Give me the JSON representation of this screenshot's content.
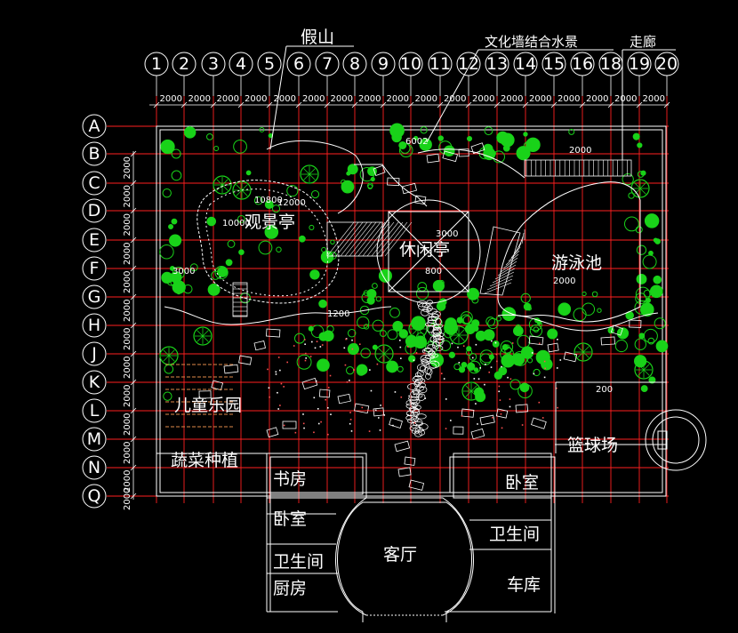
{
  "grid": {
    "col_labels": [
      "1",
      "2",
      "3",
      "4",
      "5",
      "6",
      "7",
      "8",
      "9",
      "10",
      "11",
      "12",
      "13",
      "14",
      "15",
      "16",
      "18",
      "19",
      "20"
    ],
    "row_labels": [
      "A",
      "B",
      "C",
      "D",
      "E",
      "F",
      "G",
      "H",
      "J",
      "K",
      "L",
      "M",
      "N",
      "Q"
    ],
    "col_spacing": [
      "2000",
      "2000",
      "2000",
      "2000",
      "2000",
      "2000",
      "2000",
      "2000",
      "2000",
      "2000",
      "2000",
      "2000",
      "2000",
      "2000",
      "2000",
      "2000",
      "2000",
      "2000"
    ],
    "row_spacing": [
      "2000",
      "2000",
      "2000",
      "2000",
      "2000",
      "2000",
      "2000",
      "2000",
      "2000",
      "2000",
      "2000",
      "2000",
      "2000"
    ]
  },
  "callouts": {
    "rockery": "假山",
    "culture_wall": "文化墙结合水景",
    "corridor": "走廊"
  },
  "areas": {
    "viewing_pavilion": "观景亭",
    "leisure_pavilion": "休闲亭",
    "swimming_pool": "游泳池",
    "playground": "儿童乐园",
    "vegetable": "蔬菜种植",
    "basketball": "篮球场"
  },
  "rooms": {
    "study": "书房",
    "bedroom_left": "卧室",
    "bathroom_left": "卫生间",
    "kitchen": "厨房",
    "living": "客厅",
    "bedroom_right": "卧室",
    "bathroom_right": "卫生间",
    "garage": "车库"
  },
  "elevations": {
    "e1": "6002",
    "e2": "10800",
    "e3": "12000",
    "e4": "10000",
    "e5": "3000",
    "e6": "3000",
    "e7": "800",
    "e8": "1200",
    "e9": "2000",
    "e10": "200",
    "e11": "2000"
  },
  "colors": {
    "background": "#000000",
    "grid_line": "#ff2020",
    "outline": "#ffffff",
    "vegetation": "#19d219",
    "hatch": "#ffffff",
    "paving_red": "#ff5050",
    "bench_orange": "#e08a4a"
  }
}
